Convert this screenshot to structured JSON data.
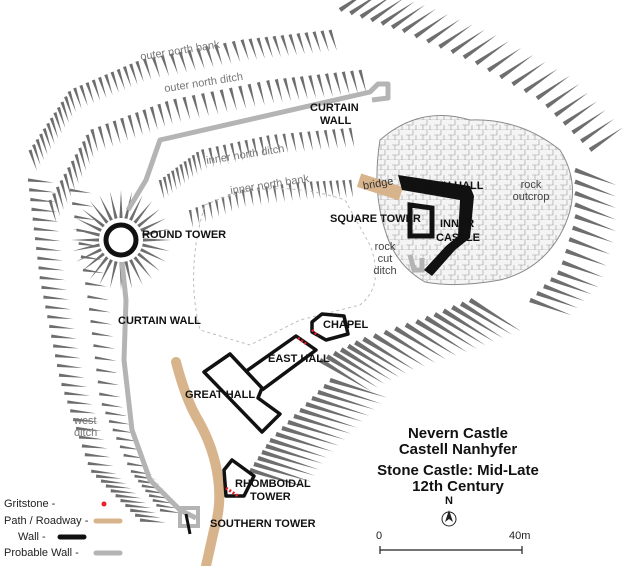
{
  "map": {
    "title": {
      "line1": "Nevern Castle",
      "line2": "Castell Nanhyfer",
      "line3": "Stone Castle: Mid-Late",
      "line4": "12th Century"
    },
    "feature_labels": {
      "outer_north_bank": "outer north bank",
      "outer_north_ditch": "outer north ditch",
      "inner_north_ditch": "inner north ditch",
      "inner_north_bank": "inner north bank",
      "west_ditch_1": "west",
      "west_ditch_2": "ditch",
      "bridge": "bridge",
      "rock_cut_1": "rock",
      "rock_cut_2": "cut",
      "rock_cut_3": "ditch",
      "rock_outcrop_1": "rock",
      "rock_outcrop_2": "outcrop"
    },
    "building_labels": {
      "curtain_wall_north_1": "CURTAIN",
      "curtain_wall_north_2": "WALL",
      "round_tower": "ROUND TOWER",
      "curtain_wall_west": "CURTAIN WALL",
      "north_hall": "NORTH  HALL",
      "square_tower": "SQUARE TOWER",
      "inner_castle_1": "INNER",
      "inner_castle_2": "CASTLE",
      "chapel": "CHAPEL",
      "east_hall": "EAST HALL",
      "great_hall": "GREAT HALL",
      "rhomboidal_1": "RHOMBOIDAL",
      "rhomboidal_2": "TOWER",
      "southern_tower": "SOUTHERN TOWER"
    },
    "legend": [
      {
        "label": "Gritstone -",
        "symbol": "gritstone",
        "color": "#e8202a"
      },
      {
        "label": "Path / Roadway -",
        "symbol": "path",
        "color": "#d8b48c"
      },
      {
        "label": "Wall -",
        "symbol": "wall",
        "color": "#111111"
      },
      {
        "label": "Probable Wall -",
        "symbol": "probable",
        "color": "#b4b4b4"
      }
    ],
    "north_arrow": "N",
    "scale": {
      "start": "0",
      "end": "40m"
    },
    "colors": {
      "wall": "#111111",
      "probable_wall": "#b4b4b4",
      "path": "#d8b48c",
      "gritstone": "#e8202a",
      "hachure": "#6e6e6e",
      "rock_fill": "#f2f2f2"
    }
  }
}
